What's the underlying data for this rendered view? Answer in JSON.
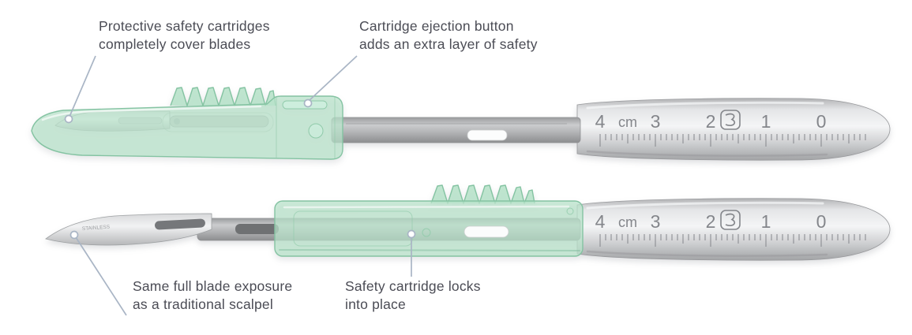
{
  "callouts": {
    "protective_cartridges": {
      "line1": "Protective safety cartridges",
      "line2": "completely cover blades"
    },
    "ejection_button": {
      "line1": "Cartridge ejection button",
      "line2": "adds an extra layer of safety"
    },
    "blade_exposure": {
      "line1": "Same full blade exposure",
      "line2": "as a traditional scalpel"
    },
    "cartridge_locks": {
      "line1": "Safety cartridge locks",
      "line2": "into place"
    }
  },
  "ruler": {
    "labels": [
      "4",
      "cm",
      "3",
      "2",
      "1",
      "0"
    ]
  },
  "blade": {
    "etch_text": "STAINLESS"
  },
  "colors": {
    "cartridge_green": "#b9e3cb",
    "cartridge_green_edge": "#84c3a2",
    "callout_line": "#a9b5c5",
    "callout_text": "#4b4c55",
    "metal_light": "#f2f3f4",
    "metal_dark": "#a7a8aa",
    "engraving_gray": "#84868b"
  }
}
